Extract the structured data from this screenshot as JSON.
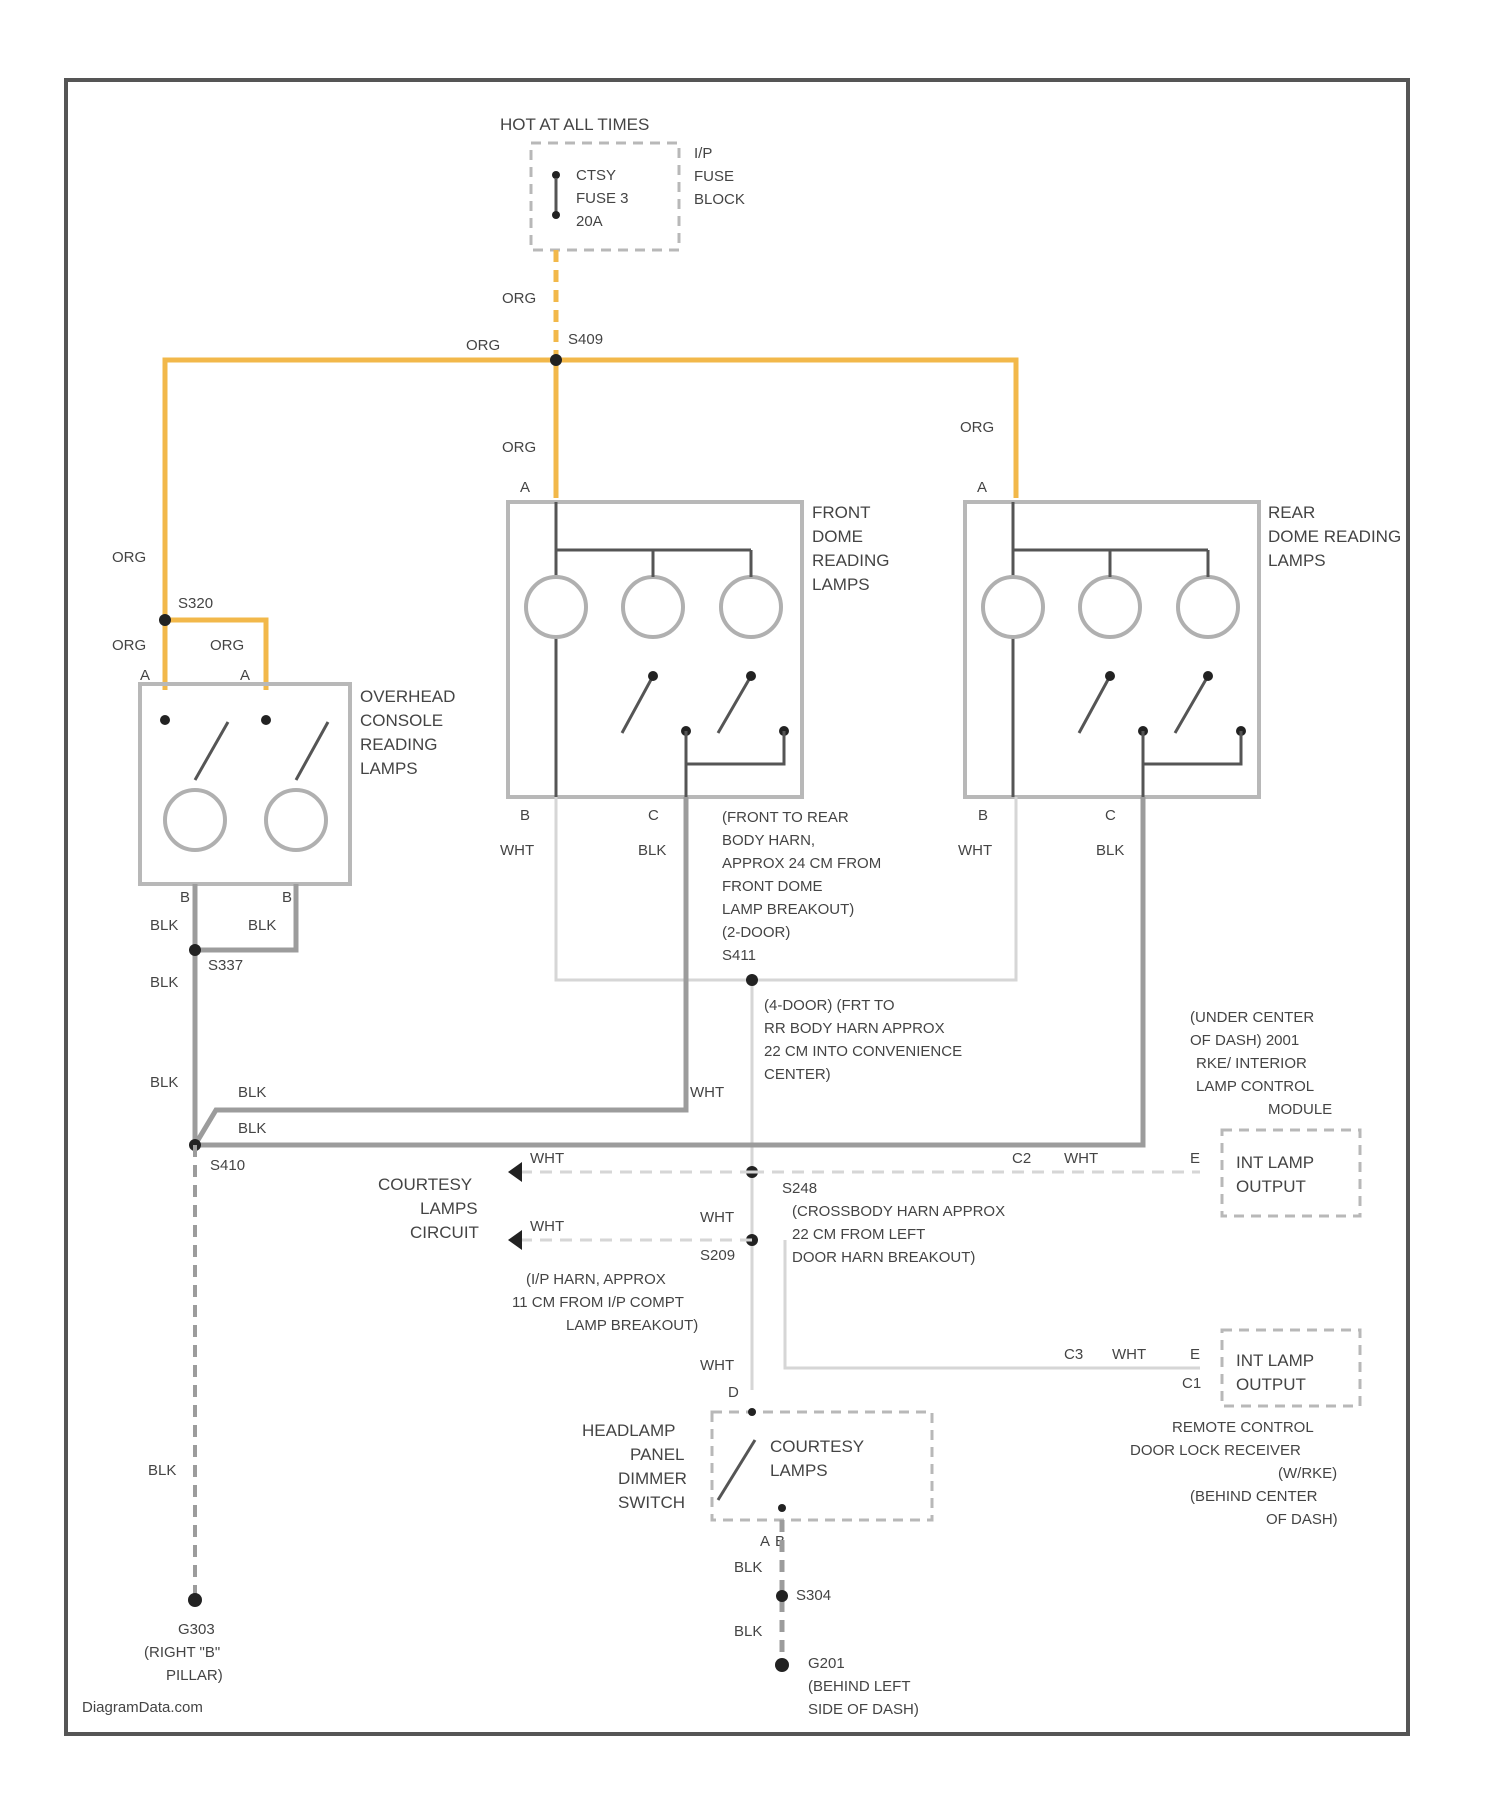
{
  "diagram": {
    "power_source": {
      "header": "HOT AT ALL TIMES",
      "fuse_lines": [
        "CTSY",
        "FUSE 3",
        "20A"
      ],
      "block_lines": [
        "I/P",
        "FUSE",
        "BLOCK"
      ]
    },
    "splices": {
      "s_top": "S409",
      "s_left": "S320",
      "s_left_gnd": "S337",
      "s_center": "S410",
      "s_right_mid": "S248",
      "s_lower": "S209",
      "s_bottom": "S304"
    },
    "wire_labels": {
      "org": "ORG",
      "wht": "WHT",
      "blk": "BLK",
      "c1": "C2",
      "c2": "C3"
    },
    "pins": {
      "a": "A",
      "b": "B",
      "c": "C",
      "b_low": "B",
      "a_low": "A",
      "d": "D",
      "e": "E",
      "c1pin": "C1"
    },
    "components": {
      "overhead": [
        "OVERHEAD",
        "CONSOLE",
        "READING",
        "LAMPS"
      ],
      "front_dome": [
        "FRONT",
        "DOME",
        "READING",
        "LAMPS"
      ],
      "rear_dome": [
        "REAR",
        "DOME READING",
        "LAMPS"
      ],
      "courtesy_lamps_circuit": [
        "COURTESY",
        "LAMPS",
        "CIRCUIT"
      ],
      "headlamp_switch": [
        "HEADLAMP",
        "PANEL",
        "DIMMER",
        "SWITCH"
      ],
      "courtesy_lamps": [
        "COURTESY",
        "LAMPS"
      ],
      "int_lamp_output_1": [
        "INT LAMP",
        "OUTPUT"
      ],
      "int_lamp_output_2": [
        "INT LAMP",
        "OUTPUT"
      ]
    },
    "notes": {
      "front_to_rear": [
        "(FRONT TO REAR",
        "BODY HARN,",
        "APPROX 24 CM FROM",
        "FRONT DOME",
        "LAMP BREAKOUT)",
        "(2-DOOR)",
        "S411"
      ],
      "four_door": [
        "(4-DOOR) (FRT TO",
        "RR BODY HARN APPROX",
        "22 CM INTO CONVENIENCE",
        "CENTER)"
      ],
      "module": [
        "(UNDER CENTER",
        "OF DASH) 2001",
        "RKE/ INTERIOR",
        "LAMP CONTROL",
        "MODULE"
      ],
      "crossbody": [
        "(CROSSBODY HARN APPROX",
        "22 CM FROM LEFT",
        "DOOR HARN BREAKOUT)"
      ],
      "ip_harn": [
        "(I/P HARN, APPROX",
        "11 CM FROM I/P COMPT",
        "LAMP BREAKOUT)"
      ],
      "receiver": [
        "REMOTE CONTROL",
        "DOOR LOCK RECEIVER",
        "(W/RKE)",
        "(BEHIND CENTER",
        "OF DASH)"
      ],
      "ground_right": [
        "G303",
        "(RIGHT \"B\"",
        "PILLAR)"
      ],
      "ground_bottom": [
        "G201",
        "(BEHIND LEFT",
        "SIDE OF DASH)"
      ]
    },
    "watermark": "DiagramData.com"
  }
}
